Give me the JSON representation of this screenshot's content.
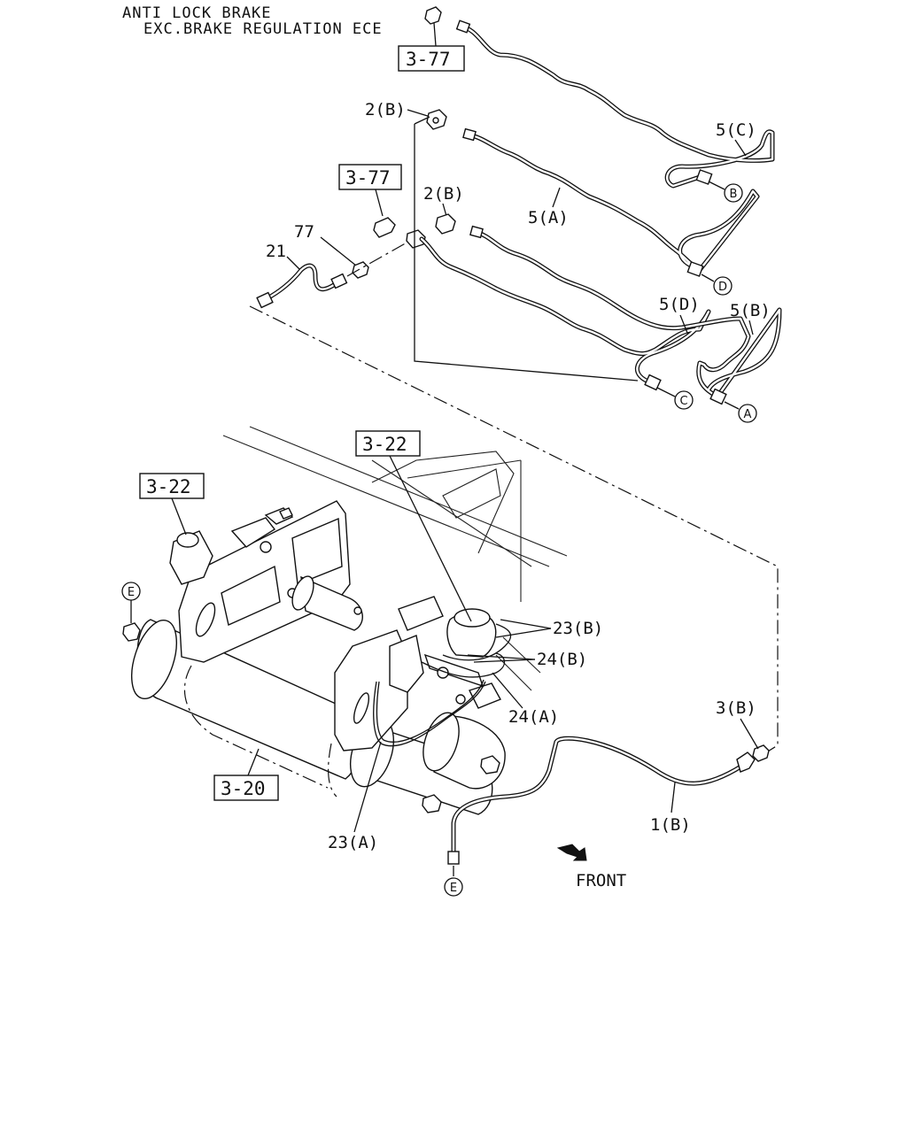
{
  "header": {
    "line1": "ANTI LOCK BRAKE",
    "line2": "EXC.BRAKE REGULATION ECE"
  },
  "ref_boxes": {
    "r1": "3-77",
    "r2": "3-77",
    "r3": "3-22",
    "r4": "3-22",
    "r5": "3-20"
  },
  "labels": {
    "p2b_top": "2(B)",
    "p2b_mid": "2(B)",
    "p5c": "5(C)",
    "p5a": "5(A)",
    "p77": "77",
    "p21": "21",
    "p5d": "5(D)",
    "p5b": "5(B)",
    "p23b": "23(B)",
    "p24b": "24(B)",
    "p24a": "24(A)",
    "p3b": "3(B)",
    "p1b": "1(B)",
    "p23a": "23(A)",
    "front": "FRONT"
  },
  "markers": {
    "a": "A",
    "b": "B",
    "c": "C",
    "d": "D",
    "e_left": "E",
    "e_bottom": "E"
  }
}
